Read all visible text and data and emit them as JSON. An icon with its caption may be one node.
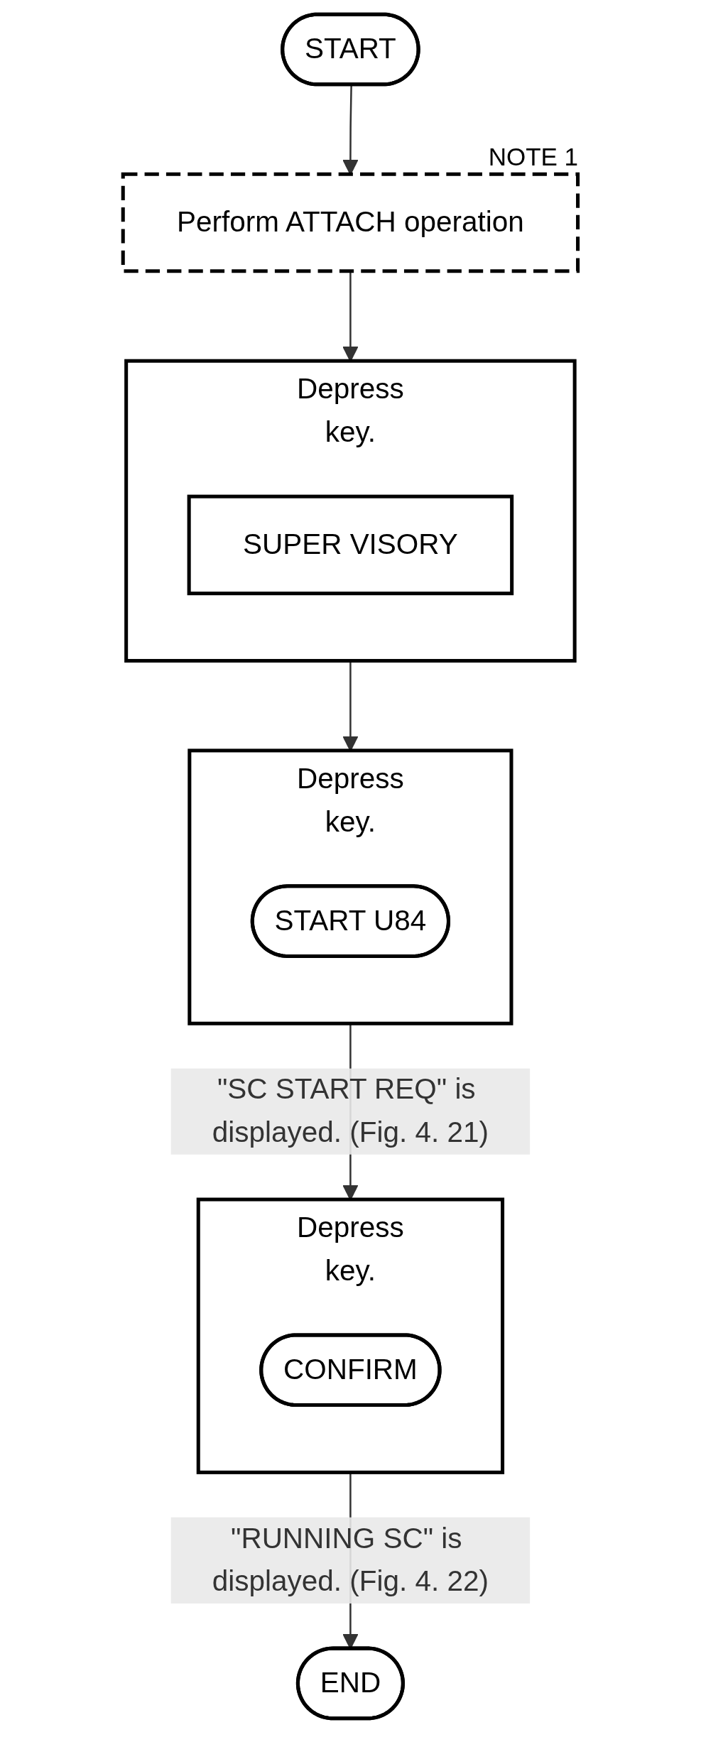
{
  "diagram": {
    "nodes": [
      {
        "text": [
          "START"
        ]
      },
      {
        "text": [
          "Perform ATTACH operation"
        ],
        "beside": [
          "NOTE 1"
        ]
      },
      {
        "text": [
          "Depress",
          "key."
        ]
      },
      {
        "text": [
          "SUPER VISORY"
        ],
        "in": 2
      },
      {
        "text": [
          "Depress",
          "key."
        ]
      },
      {
        "text": [
          "START U84"
        ],
        "in": 4
      },
      {
        "text": [
          "Depress",
          "key."
        ]
      },
      {
        "text": [
          "CONFIRM"
        ],
        "in": 6
      },
      {
        "text": [
          "END"
        ]
      }
    ],
    "edges": [
      {
        "from": 0,
        "to": 1,
        "arrow": "to"
      },
      {
        "from": 1,
        "to": 2,
        "arrow": "to"
      },
      {
        "from": 2,
        "to": 4,
        "arrow": "to"
      },
      {
        "from": 4,
        "to": 6,
        "arrow": "to",
        "label": "\"SC START REQ\" is displayed. (Fig. 4. 21)"
      },
      {
        "from": 6,
        "to": 8,
        "arrow": "to",
        "label": "\"RUNNING SC\" is displayed. (Fig. 4. 22)"
      }
    ]
  }
}
